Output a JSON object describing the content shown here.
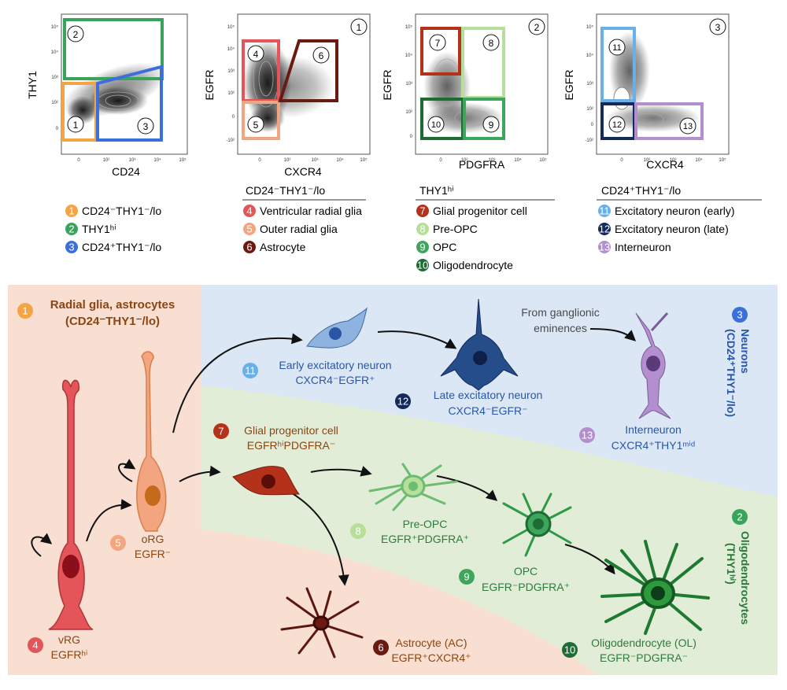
{
  "colors": {
    "c1": "#f4a443",
    "c2": "#3aa35b",
    "c3": "#3a6fdc",
    "c4": "#e4555a",
    "c5": "#f3a57f",
    "c6": "#6b1a12",
    "c7": "#b4311a",
    "c8": "#b6e09a",
    "c9": "#3ea55d",
    "c10": "#1e6b34",
    "c11": "#6ab0e8",
    "c12": "#14295e",
    "c13": "#b38fd0",
    "bg_glia": "#f8dfd1",
    "bg_neuron": "#dbe7f4",
    "bg_oligo": "#e1edd6"
  },
  "plots": [
    {
      "panel": "",
      "xlabel": "CD24",
      "ylabel": "THY1"
    },
    {
      "panel": "1",
      "xlabel": "CXCR4",
      "ylabel": "EGFR"
    },
    {
      "panel": "2",
      "xlabel": "PDGFRA",
      "ylabel": "EGFR"
    },
    {
      "panel": "3",
      "xlabel": "CXCR4",
      "ylabel": "EGFR"
    }
  ],
  "tick_labels": {
    "e5": "10⁵",
    "e4": "10⁴",
    "e3": "10³",
    "e2": "10²",
    "zero": "0",
    "neg2": "-10²"
  },
  "gate_numbers": [
    "1",
    "2",
    "3",
    "4",
    "5",
    "6",
    "7",
    "8",
    "9",
    "10",
    "11",
    "12",
    "13"
  ],
  "legend": {
    "col1": {
      "header": "",
      "items": [
        {
          "n": "1",
          "label": "CD24⁻THY1⁻/lo"
        },
        {
          "n": "2",
          "label": "THY1ʰⁱ"
        },
        {
          "n": "3",
          "label": "CD24⁺THY1⁻/lo"
        }
      ]
    },
    "col2": {
      "header": "CD24⁻THY1⁻/lo",
      "items": [
        {
          "n": "4",
          "label": "Ventricular radial glia"
        },
        {
          "n": "5",
          "label": "Outer radial glia"
        },
        {
          "n": "6",
          "label": "Astrocyte"
        }
      ]
    },
    "col3": {
      "header": "THY1ʰⁱ",
      "items": [
        {
          "n": "7",
          "label": "Glial progenitor cell"
        },
        {
          "n": "8",
          "label": "Pre-OPC"
        },
        {
          "n": "9",
          "label": "OPC"
        },
        {
          "n": "10",
          "label": "Oligodendrocyte"
        }
      ]
    },
    "col4": {
      "header": "CD24⁺THY1⁻/lo",
      "items": [
        {
          "n": "11",
          "label": "Excitatory neuron (early)"
        },
        {
          "n": "12",
          "label": "Excitatory neuron (late)"
        },
        {
          "n": "13",
          "label": "Interneuron"
        }
      ]
    }
  },
  "diagram": {
    "region1": {
      "n": "1",
      "line1": "Radial glia, astrocytes",
      "line2": "(CD24⁻THY1⁻/lo)"
    },
    "region3": {
      "n": "3",
      "line1": "Neurons",
      "line2": "(CD24⁺THY1⁻/lo)"
    },
    "region2": {
      "n": "2",
      "line1": "Oligodendrocytes",
      "line2": "(THY1ʰⁱ)"
    },
    "from_ganglionic": {
      "line1": "From ganglionic",
      "line2": "eminences"
    },
    "cells": [
      {
        "n": "4",
        "line1": "vRG",
        "line2": "EGFRʰⁱ"
      },
      {
        "n": "5",
        "line1": "oRG",
        "line2": "EGFR⁻"
      },
      {
        "n": "7",
        "line1": "Glial progenitor cell",
        "line2": "EGFRʰⁱPDGFRA⁻"
      },
      {
        "n": "6",
        "line1": "Astrocyte (AC)",
        "line2": "EGFR⁺CXCR4⁺"
      },
      {
        "n": "11",
        "line1": "Early excitatory neuron",
        "line2": "CXCR4⁻EGFR⁺"
      },
      {
        "n": "12",
        "line1": "Late excitatory neuron",
        "line2": "CXCR4⁻EGFR⁻"
      },
      {
        "n": "13",
        "line1": "Interneuron",
        "line2": "CXCR4⁺THY1ᵐⁱᵈ"
      },
      {
        "n": "8",
        "line1": "Pre-OPC",
        "line2": "EGFR⁺PDGFRA⁺"
      },
      {
        "n": "9",
        "line1": "OPC",
        "line2": "EGFR⁻PDGFRA⁺"
      },
      {
        "n": "10",
        "line1": "Oligodendrocyte (OL)",
        "line2": "EGFR⁻PDGFRA⁻"
      }
    ]
  }
}
